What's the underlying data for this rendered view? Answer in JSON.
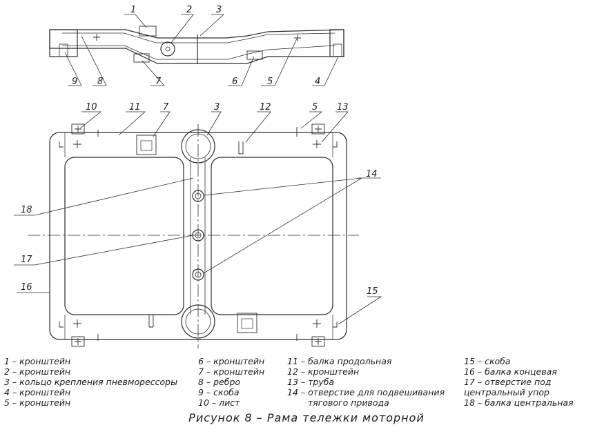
{
  "callouts": {
    "side": [
      "1",
      "2",
      "3",
      "9",
      "8",
      "7",
      "6",
      "5",
      "4"
    ],
    "plan": [
      "10",
      "11",
      "7",
      "3",
      "12",
      "5",
      "13",
      "14",
      "18",
      "17",
      "16",
      "15"
    ]
  },
  "legend": [
    "1 – кронштейн",
    "2 – кронштейн",
    "3 – кольцо крепления пневморессоры",
    "4 – кронштейн",
    "5 – кронштейн",
    "6 – кронштейн",
    "7 – кронштейн",
    "8 – ребро",
    "9 – скоба",
    "10 – лист",
    "11 – балка продольная",
    "12 – кронштейн",
    "13 – труба",
    "14 – отверстие для подвешивания",
    "тягового привода",
    "15 – скоба",
    "16 – балка концевая",
    "17 – отверстие под",
    "центральный упор",
    "18 – балка центральная"
  ],
  "caption": "Рисунок 8 – Рама тележки моторной"
}
